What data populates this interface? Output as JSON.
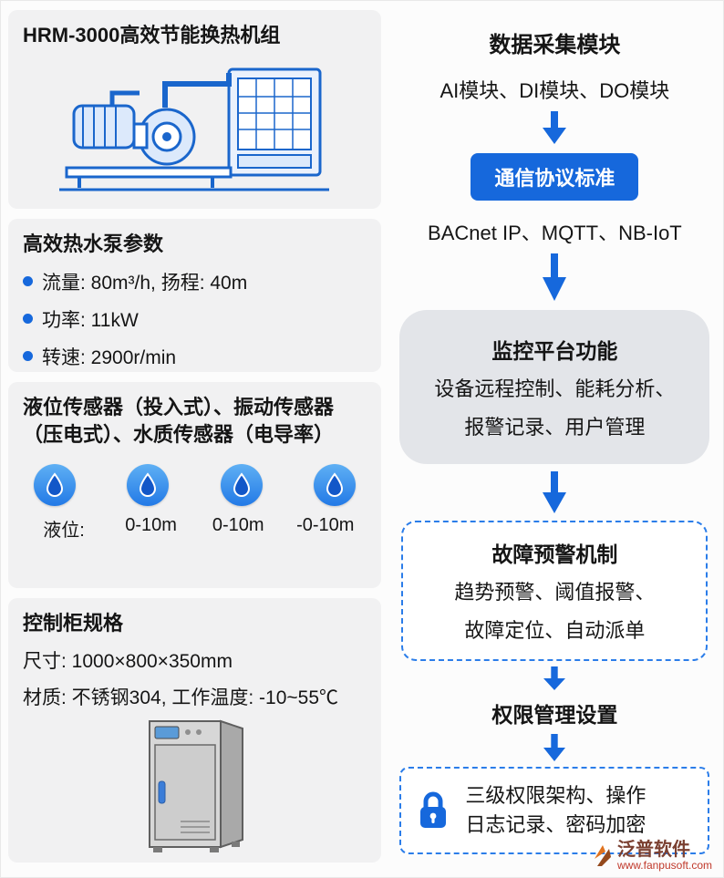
{
  "left": {
    "product_card": {
      "title": "HRM-3000高效节能换热机组"
    },
    "pump_params_card": {
      "title": "高效热水泵参数",
      "items": [
        "流量: 80m³/h, 扬程: 40m",
        "功率: 11kW",
        "转速: 2900r/min"
      ]
    },
    "sensors_card": {
      "title": "液位传感器（投入式）、振动传感器（压电式）、水质传感器（电导率）",
      "labels": [
        "液位:",
        "0-10m",
        "0-10m",
        "-0-10m"
      ]
    },
    "cabinet_card": {
      "title": "控制柜规格",
      "lines": [
        "尺寸: 1000×800×350mm",
        "材质: 不锈钢304, 工作温度: -10~55℃"
      ]
    }
  },
  "right": {
    "data_module": {
      "title": "数据采集模块",
      "subtitle": "AI模块、DI模块、DO模块"
    },
    "protocol": {
      "button_label": "通信协议标准",
      "subtitle": "BACnet IP、MQTT、NB-IoT"
    },
    "monitor_box": {
      "title": "监控平台功能",
      "line1": "设备远程控制、能耗分析、",
      "line2": "报警记录、用户管理"
    },
    "warning_box": {
      "title": "故障预警机制",
      "line1": "趋势预警、阈值报警、",
      "line2": "故障定位、自动派单"
    },
    "permission": {
      "title": "权限管理设置",
      "box_line1": "三级权限架构、操作",
      "box_line2": "日志记录、密码加密"
    }
  },
  "watermark": {
    "brand": "泛普软件",
    "url": "www.fanpusoft.com"
  },
  "icons": {
    "water_drop": "water-drop-icon",
    "lock": "lock-icon",
    "flow_arrow": "down-arrow-icon"
  },
  "colors": {
    "accent": "#1668dc",
    "card_bg": "#f1f1f2",
    "monitor_box_bg": "#e3e5e9",
    "dashed_border": "#2b7de9",
    "line_art": "#1a66cc"
  }
}
